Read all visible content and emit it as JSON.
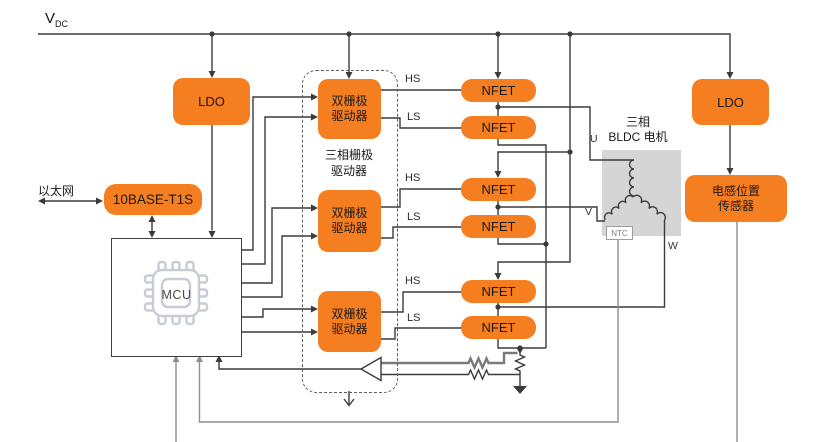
{
  "labels": {
    "vdc_main": "V",
    "vdc_sub": "DC",
    "ldo": "LDO",
    "phy": "10BASE-T1S",
    "ethernet": "以太网",
    "mcu": "MCU",
    "driver_group_line1": "三相栅极",
    "driver_group_line2": "驱动器",
    "dual_driver_line1": "双栅极",
    "dual_driver_line2": "驱动器",
    "nfet": "NFET",
    "hs": "HS",
    "ls": "LS",
    "motor_line1": "三相",
    "motor_line2": "BLDC 电机",
    "ntc": "NTC",
    "sensor_line1": "电感位置",
    "sensor_line2": "传感器",
    "phase_u": "U",
    "phase_v": "V",
    "phase_w": "W"
  },
  "colors": {
    "accent_orange": "#F57E20",
    "motor_gray": "#D5D5D5",
    "wire": "#3B3B3B",
    "wire_gray": "#8F8F8F"
  }
}
